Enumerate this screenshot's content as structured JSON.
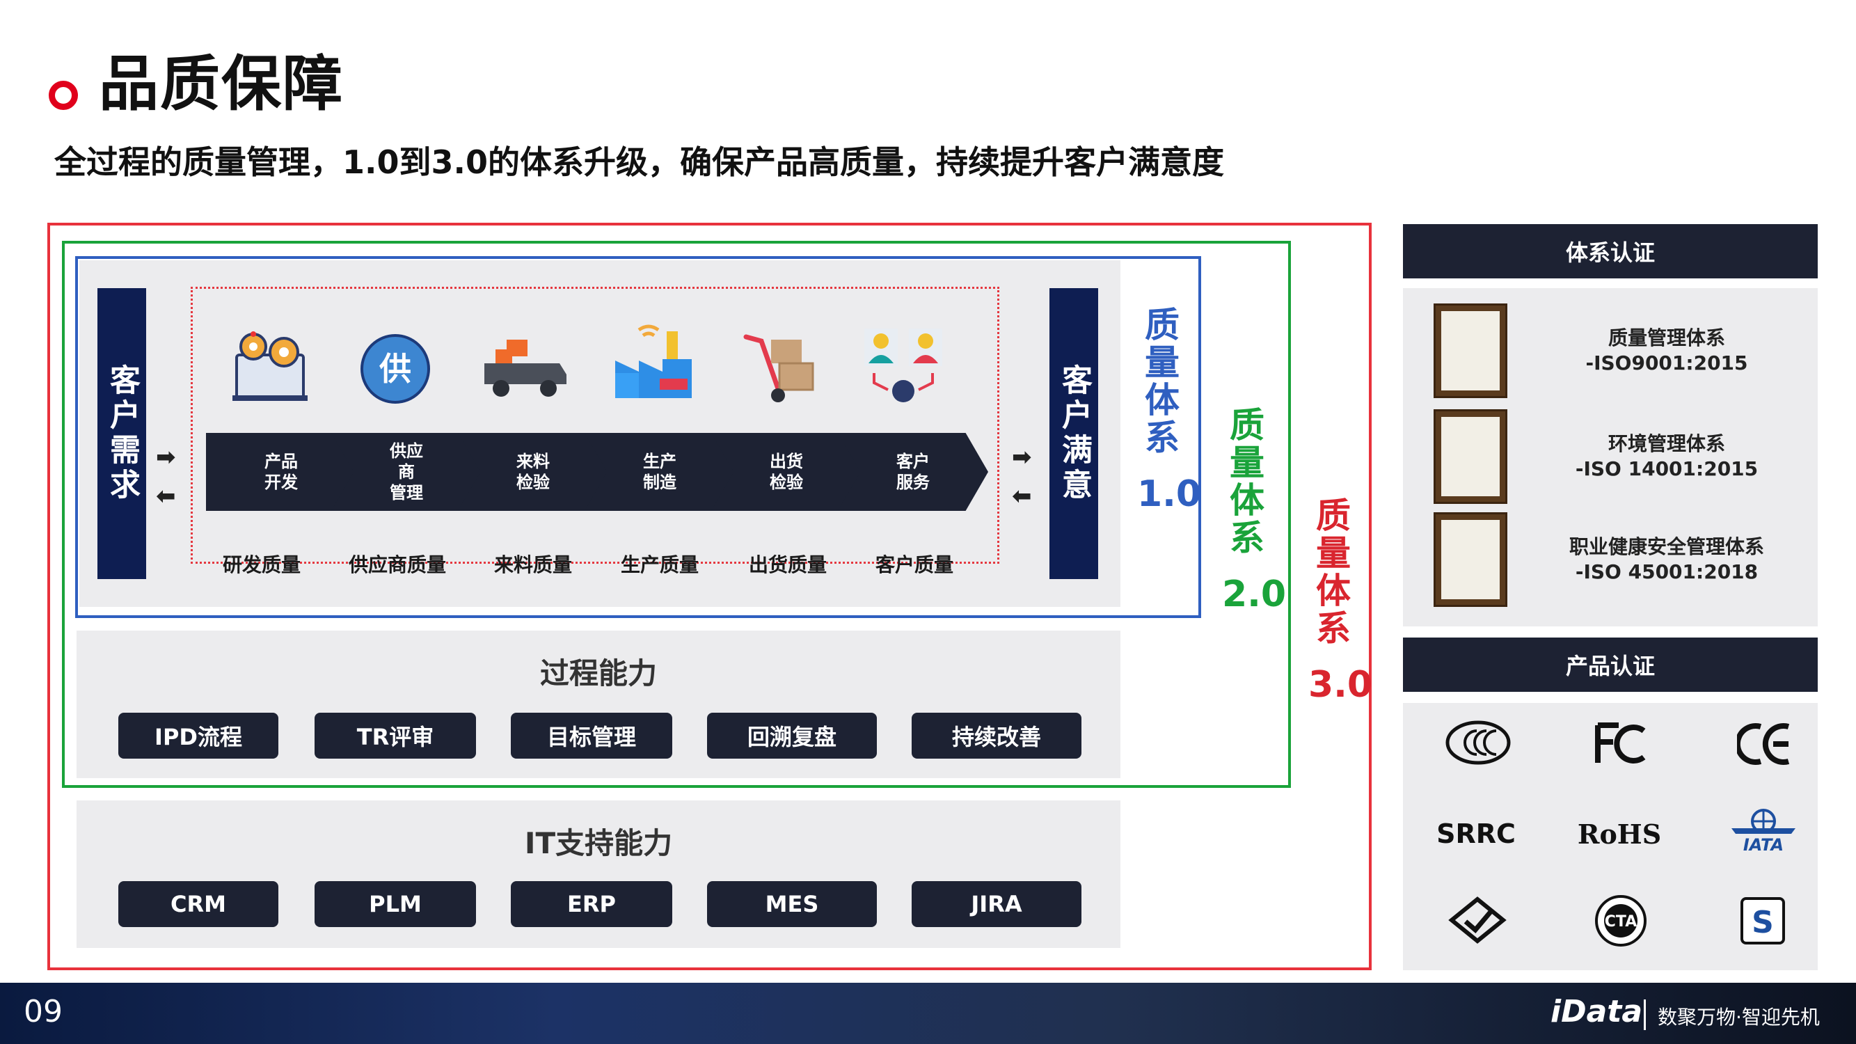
{
  "header": {
    "title": "品质保障",
    "subtitle": "全过程的质量管理，1.0到3.0的体系升级，确保产品高质量，持续提升客户满意度"
  },
  "flow": {
    "left_label": "客户需求",
    "right_label": "客户满意",
    "steps": [
      {
        "label": "产品\n开发",
        "icon": "gears-icon"
      },
      {
        "label": "供应\n商\n管理",
        "icon": "supply-icon"
      },
      {
        "label": "来料\n检验",
        "icon": "truck-icon"
      },
      {
        "label": "生产\n制造",
        "icon": "factory-icon"
      },
      {
        "label": "出货\n检验",
        "icon": "cart-icon"
      },
      {
        "label": "客户\n服务",
        "icon": "service-icon"
      }
    ],
    "quality_labels": [
      "研发质量",
      "供应商质量",
      "来料质量",
      "生产质量",
      "出货质量",
      "客户质量"
    ],
    "supply_glyph": "供"
  },
  "systems": {
    "chars": "质量体系",
    "v1": "1.0",
    "v2": "2.0",
    "v3": "3.0",
    "colors": {
      "v1": "#2f5fc0",
      "v2": "#1aa33a",
      "v3": "#d9252e"
    }
  },
  "process": {
    "title": "过程能力",
    "items": [
      "IPD流程",
      "TR评审",
      "目标管理",
      "回溯复盘",
      "持续改善"
    ]
  },
  "it": {
    "title": "IT支持能力",
    "items": [
      "CRM",
      "PLM",
      "ERP",
      "MES",
      "JIRA"
    ]
  },
  "certs": {
    "title": "体系认证",
    "items": [
      {
        "line1": "质量管理体系",
        "line2": "-ISO9001:2015"
      },
      {
        "line1": "环境管理体系",
        "line2": "-ISO 14001:2015"
      },
      {
        "line1": "职业健康安全管理体系",
        "line2": "-ISO 45001:2018"
      }
    ]
  },
  "products": {
    "title": "产品认证",
    "logos": [
      "CCC",
      "FC",
      "CE",
      "SRRC",
      "RoHS",
      "IATA",
      "RCM",
      "CTA",
      "S"
    ]
  },
  "footer": {
    "page": "09",
    "brand": "iData",
    "tagline": "数聚万物·智迎先机"
  }
}
